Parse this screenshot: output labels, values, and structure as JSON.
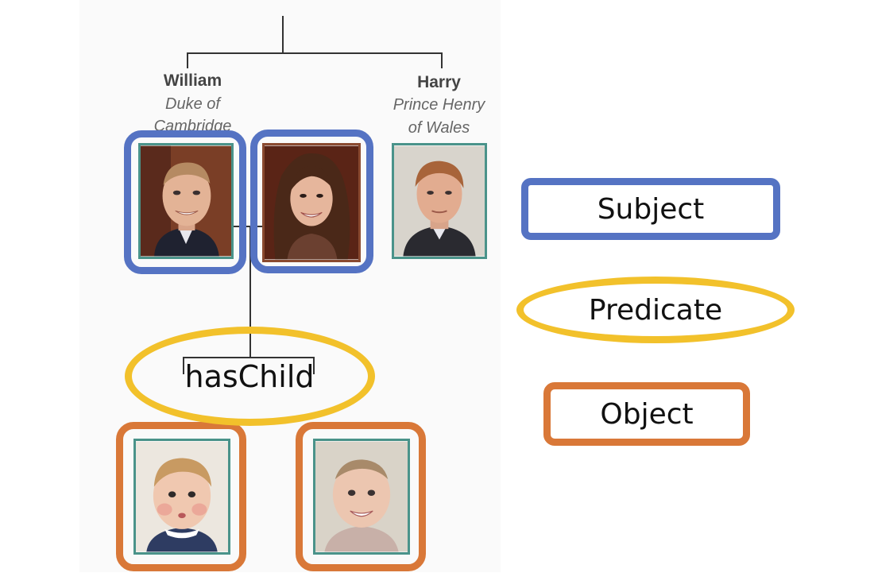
{
  "tree": {
    "parent_left": {
      "name": "William",
      "title_line1": "Duke of",
      "title_line2": "Cambridge"
    },
    "parent_right": {
      "name": "Harry",
      "title_line1": "Prince Henry",
      "title_line2": "of Wales"
    }
  },
  "relation": {
    "label": "hasChild"
  },
  "legend": {
    "subject": "Subject",
    "predicate": "Predicate",
    "object": "Object"
  },
  "colors": {
    "subject": "#5573c3",
    "predicate": "#f2c12b",
    "object": "#d97838",
    "photo_frame": "#4a938a"
  },
  "icons": [
    "portrait-william",
    "portrait-kate",
    "portrait-harry",
    "portrait-child-1",
    "portrait-child-2"
  ]
}
